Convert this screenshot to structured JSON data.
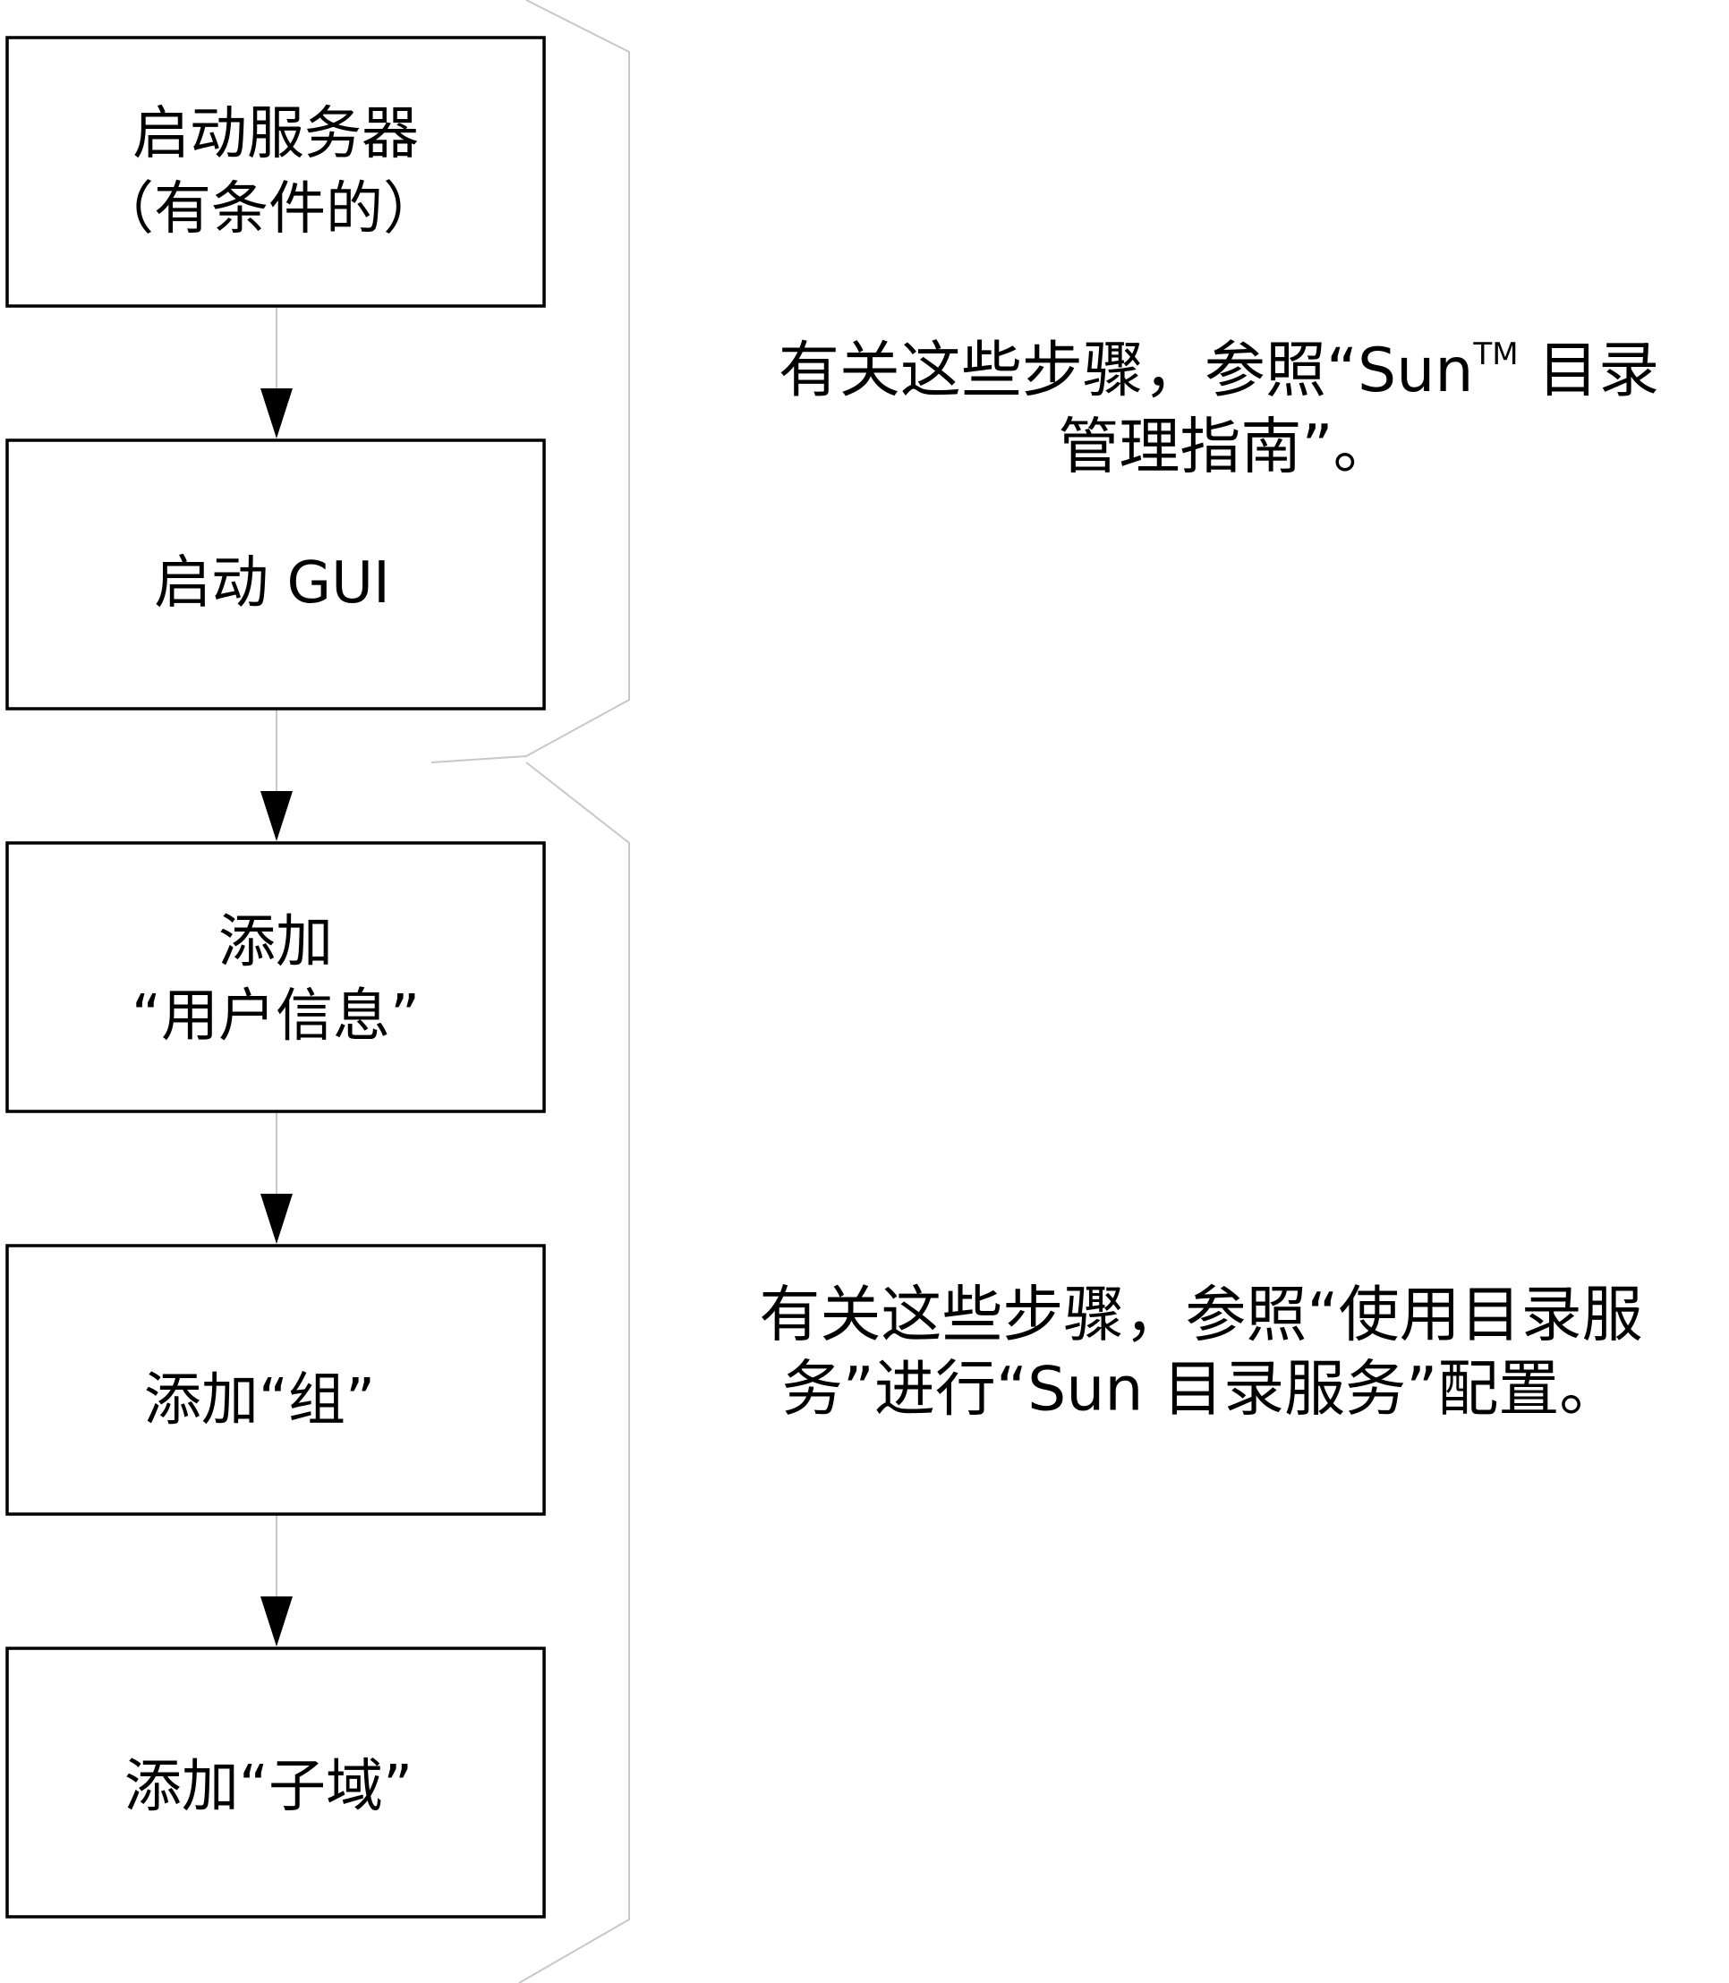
{
  "steps": [
    {
      "lines": [
        "启动服务器",
        "（有条件的）"
      ]
    },
    {
      "lines": [
        "启动 GUI"
      ]
    },
    {
      "lines": [
        "添加",
        "“用户信息”"
      ]
    },
    {
      "lines": [
        "添加“组”"
      ]
    },
    {
      "lines": [
        "添加“子域”"
      ]
    }
  ],
  "notes": [
    {
      "line1_prefix": "有关这些步骤，参照“Sun",
      "line1_tm": "TM",
      "line1_suffix": " 目录",
      "line2": "管理指南”。"
    },
    {
      "line1": "有关这些步骤，参照“使用目录服",
      "line2": "务”进行“Sun 目录服务”配置。"
    }
  ],
  "colors": {
    "box_border": "#000000",
    "connector": "#c8c8c8",
    "arrowhead": "#000000",
    "bracket": "#c8c8c8",
    "text": "#000000"
  }
}
